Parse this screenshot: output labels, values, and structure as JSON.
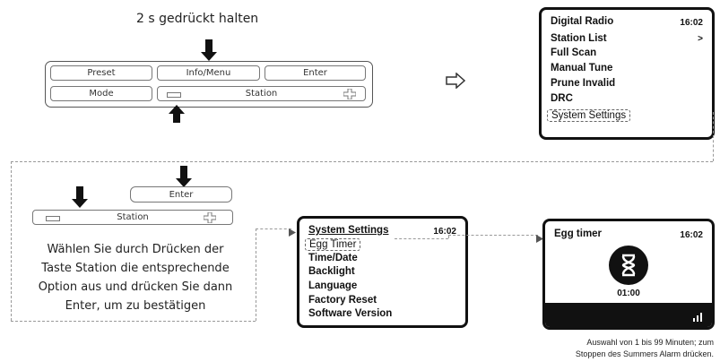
{
  "top_hint": "2 s gedrückt halten",
  "panel_top": {
    "row1": [
      "Preset",
      "Info/Menu",
      "Enter"
    ],
    "row2_left": "Mode",
    "row2_station": "Station"
  },
  "screen1": {
    "title": "Digital Radio",
    "time": "16:02",
    "items": [
      "Station List",
      "Full Scan",
      "Manual Tune",
      "Prune Invalid",
      "DRC",
      "System Settings"
    ],
    "station_list_arrow": ">"
  },
  "panel_bottom": {
    "enter": "Enter",
    "station": "Station"
  },
  "instruction": [
    "Wählen Sie durch Drücken der",
    "Taste Station die entsprechende",
    "Option aus und drücken Sie dann",
    "Enter, um zu bestätigen"
  ],
  "screen2": {
    "title": "System Settings",
    "time": "16:02",
    "items": [
      "Egg Timer",
      "Time/Date",
      "Backlight",
      "Language",
      "Factory Reset",
      "Software Version"
    ]
  },
  "screen3": {
    "title": "Egg timer",
    "time": "16:02",
    "countdown": "01:00",
    "footer_icon": "signal-icon"
  },
  "note": [
    "Auswahl von 1 bis 99 Minuten; zum",
    "Stoppen des Summers Alarm drücken."
  ]
}
